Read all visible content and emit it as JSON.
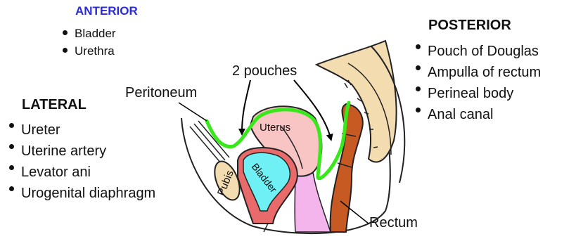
{
  "anterior": {
    "heading": "ANTERIOR",
    "items": [
      "Bladder",
      "Urethra"
    ]
  },
  "posterior": {
    "heading": "POSTERIOR",
    "items": [
      "Pouch of Douglas",
      "Ampulla of rectum",
      "Perineal body",
      "Anal canal"
    ]
  },
  "lateral": {
    "heading": "LATERAL",
    "items": [
      "Ureter",
      "Uterine artery",
      "Levator ani",
      "Urogenital diaphragm"
    ]
  },
  "diagram": {
    "peritoneum_label": "Peritoneum",
    "pouches_label": "2 pouches",
    "rectum_label": "Rectum",
    "uterus_label": "Uterus",
    "bladder_label": "Bladder",
    "pubis_label": "Pubis"
  },
  "colors": {
    "anterior_heading": "#2b2bd6",
    "peritoneum": "#39e81a",
    "uterus": "#f8c4c4",
    "bladder_fill": "#6ff0f4",
    "bladder_wall": "#e86a6a",
    "pubis": "#f2dcb0",
    "sacrum": "#f2dcb0",
    "rectum": "#c75a22",
    "vagina": "#f4b4ec"
  }
}
